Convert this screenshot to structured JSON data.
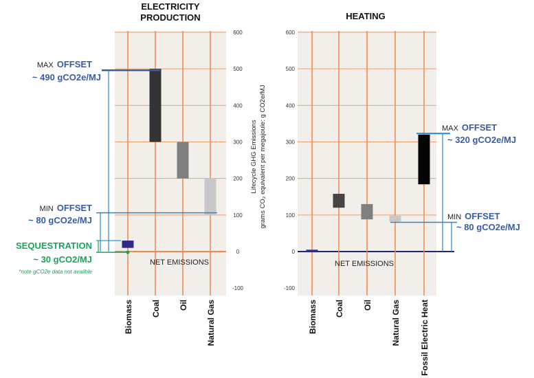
{
  "colors": {
    "panel_bg": "#f2efea",
    "gridline": "#e9a070",
    "category_line": "#ee8a4e",
    "zero_line_elec": "#ee8a4e",
    "zero_line_heat": "#23237a",
    "offset_blue": "#3a5ba8",
    "bracket_blue": "#2a86c8",
    "sequestration_green": "#1aa35a",
    "biomass_navy": "#2c2c8a",
    "coal_dark": "#333333",
    "oil_gray": "#808080",
    "gas_light": "#c8c8c8",
    "fossil_black": "#050505"
  },
  "shared": {
    "ylabel_line1": "Lifecycle GHG Emissions",
    "ylabel_line2": "grams CO₂ equivalent per megajoule: g CO2e/MJ"
  },
  "chart_data": [
    {
      "type": "bar",
      "chart_subtype": "floating range bar",
      "title": "ELECTRICITY PRODUCTION",
      "title_line1": "ELECTRICITY",
      "title_line2": "PRODUCTION",
      "categories": [
        "Biomass",
        "Coal",
        "Oil",
        "Natural Gas"
      ],
      "ranges": [
        {
          "category": "Biomass",
          "min": 10,
          "max": 30
        },
        {
          "category": "Coal",
          "min": 300,
          "max": 500
        },
        {
          "category": "Oil",
          "min": 200,
          "max": 300
        },
        {
          "category": "Natural Gas",
          "min": 100,
          "max": 200
        }
      ],
      "yticks": [
        600,
        500,
        400,
        300,
        200,
        100,
        0,
        -100
      ],
      "ylim": [
        -100,
        600
      ],
      "net_emissions_label": "NET EMISSIONS",
      "max_offset_line": 496,
      "min_offset_line": 106,
      "annotations": {
        "max_prefix": "MAX",
        "max_word": "OFFSET",
        "max_value": "~ 490 gCO2e/MJ",
        "min_prefix": "MIN",
        "min_word": "OFFSET",
        "min_value": "~ 80 gCO2e/MJ",
        "sequestration": "SEQUESTRATION",
        "sequestration_value": "~ 30 gCO2/MJ",
        "note": "*note gCO2e data not availble"
      }
    },
    {
      "type": "bar",
      "chart_subtype": "floating range bar",
      "title": "HEATING",
      "categories": [
        "Biomass",
        "Coal",
        "Oil",
        "Natural Gas",
        "Fossil Electric Heat"
      ],
      "ranges": [
        {
          "category": "Biomass",
          "min": -2,
          "max": 5
        },
        {
          "category": "Coal",
          "min": 120,
          "max": 158
        },
        {
          "category": "Oil",
          "min": 88,
          "max": 130
        },
        {
          "category": "Natural Gas",
          "min": 82,
          "max": 98
        },
        {
          "category": "Fossil Electric Heat",
          "min": 184,
          "max": 320
        }
      ],
      "yticks": [
        600,
        500,
        400,
        300,
        200,
        100,
        0,
        -100
      ],
      "ylim": [
        -100,
        600
      ],
      "net_emissions_label": "NET EMISSIONS",
      "max_offset_line": 323,
      "min_offset_line": 80,
      "annotations": {
        "max_prefix": "MAX",
        "max_word": "OFFSET",
        "max_value": "~ 320 gCO2e/MJ",
        "min_prefix": "MIN",
        "min_word": "OFFSET",
        "min_value": "~ 80 gCO2e/MJ"
      }
    }
  ]
}
